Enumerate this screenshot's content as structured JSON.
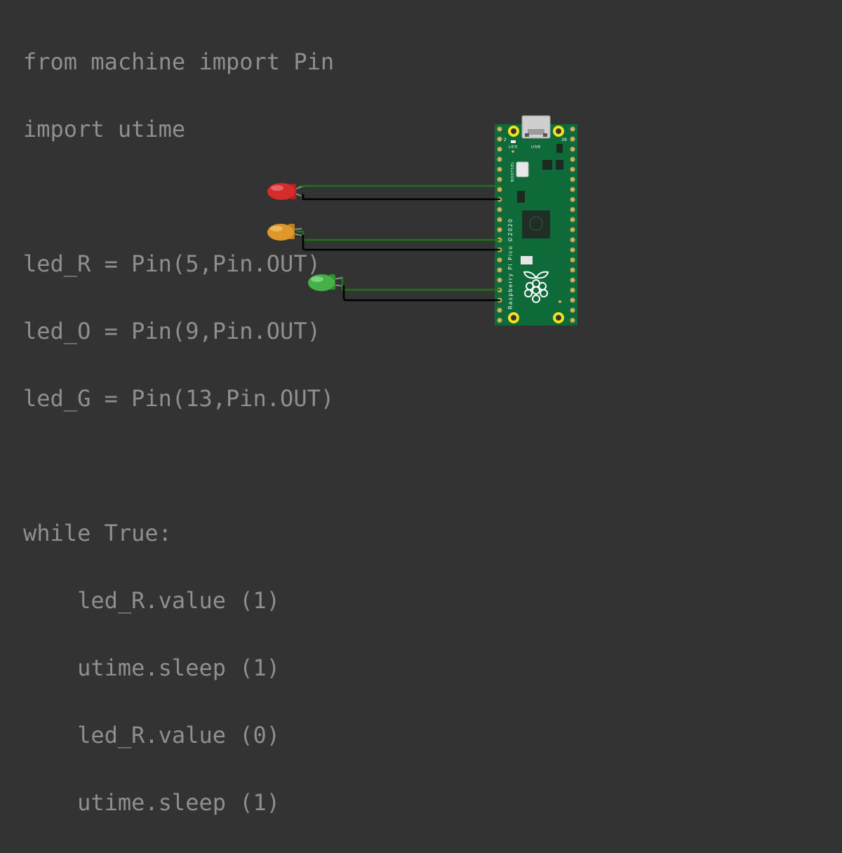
{
  "code": {
    "lines": [
      "from machine import Pin",
      "import utime",
      "",
      "led_R = Pin(5,Pin.OUT)",
      "led_O = Pin(9,Pin.OUT)",
      "led_G = Pin(13,Pin.OUT)",
      "",
      "while True:",
      "    led_R.value (1)",
      "    utime.sleep (1)",
      "    led_R.value (0)",
      "    utime.sleep (1)"
    ]
  },
  "board": {
    "name": "Raspberry Pi Pico ©2020",
    "label_led": "LED",
    "label_usb": "USB",
    "label_bootsel": "BOOTSEL",
    "pin_first": "2",
    "pin_last": "39",
    "board_color": "#0f6a3a",
    "logo": "raspberry-logo-icon"
  },
  "leds": [
    {
      "name": "red-led",
      "color": "#d62b2b"
    },
    {
      "name": "orange-led",
      "color": "#e0962a"
    },
    {
      "name": "green-led",
      "color": "#45b045"
    }
  ],
  "colors": {
    "background": "#333333",
    "code_text": "#8f8f8f",
    "signal_wire": "#157a10",
    "ground_wire": "#000000"
  }
}
